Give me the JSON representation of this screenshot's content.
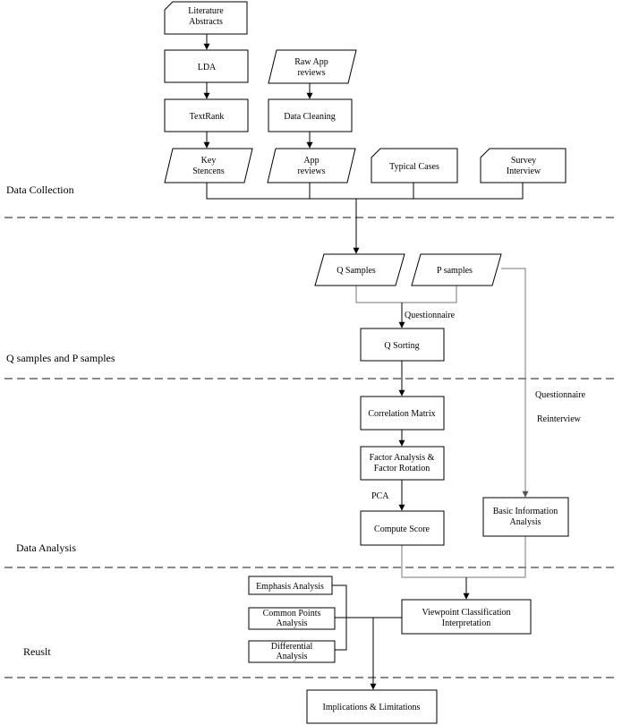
{
  "sections": {
    "data_collection": "Data Collection",
    "q_p_samples": "Q samples and P samples",
    "data_analysis": "Data Analysis",
    "result": "Reuslt"
  },
  "nodes": {
    "literature_abstracts": [
      "Literature",
      "Abstracts"
    ],
    "lda": [
      "LDA"
    ],
    "textrank": [
      "TextRank"
    ],
    "key_stencens": [
      "Key",
      "Stencens"
    ],
    "raw_app_reviews": [
      "Raw App",
      "reviews"
    ],
    "data_cleaning": [
      "Data Cleaning"
    ],
    "app_reviews": [
      "App",
      "reviews"
    ],
    "typical_cases": [
      "Typical Cases"
    ],
    "survey_interview": [
      "Survey",
      "Interview"
    ],
    "q_samples": [
      "Q  Samples"
    ],
    "p_samples": [
      "P samples"
    ],
    "q_sorting": [
      "Q Sorting"
    ],
    "correlation_matrix": [
      "Correlation Matrix"
    ],
    "factor_analysis": [
      "Factor Analysis &",
      "Factor Rotation"
    ],
    "compute_score": [
      "Compute Score"
    ],
    "basic_information": [
      "Basic Information",
      "Analysis"
    ],
    "viewpoint_classification": [
      "Viewpoint Classification",
      "Interpretation"
    ],
    "emphasis_analysis": [
      "Emphasis Analysis"
    ],
    "common_points": [
      "Common Points",
      "Analysis"
    ],
    "differential_analysis": [
      "Differential",
      "Analysis"
    ],
    "implications": [
      "Implications & Limitations"
    ]
  },
  "edge_labels": {
    "questionnaire": "Questionnaire",
    "pca": "PCA",
    "questionnaire_right": "Questionnaire",
    "reinterview": "Reinterview"
  }
}
